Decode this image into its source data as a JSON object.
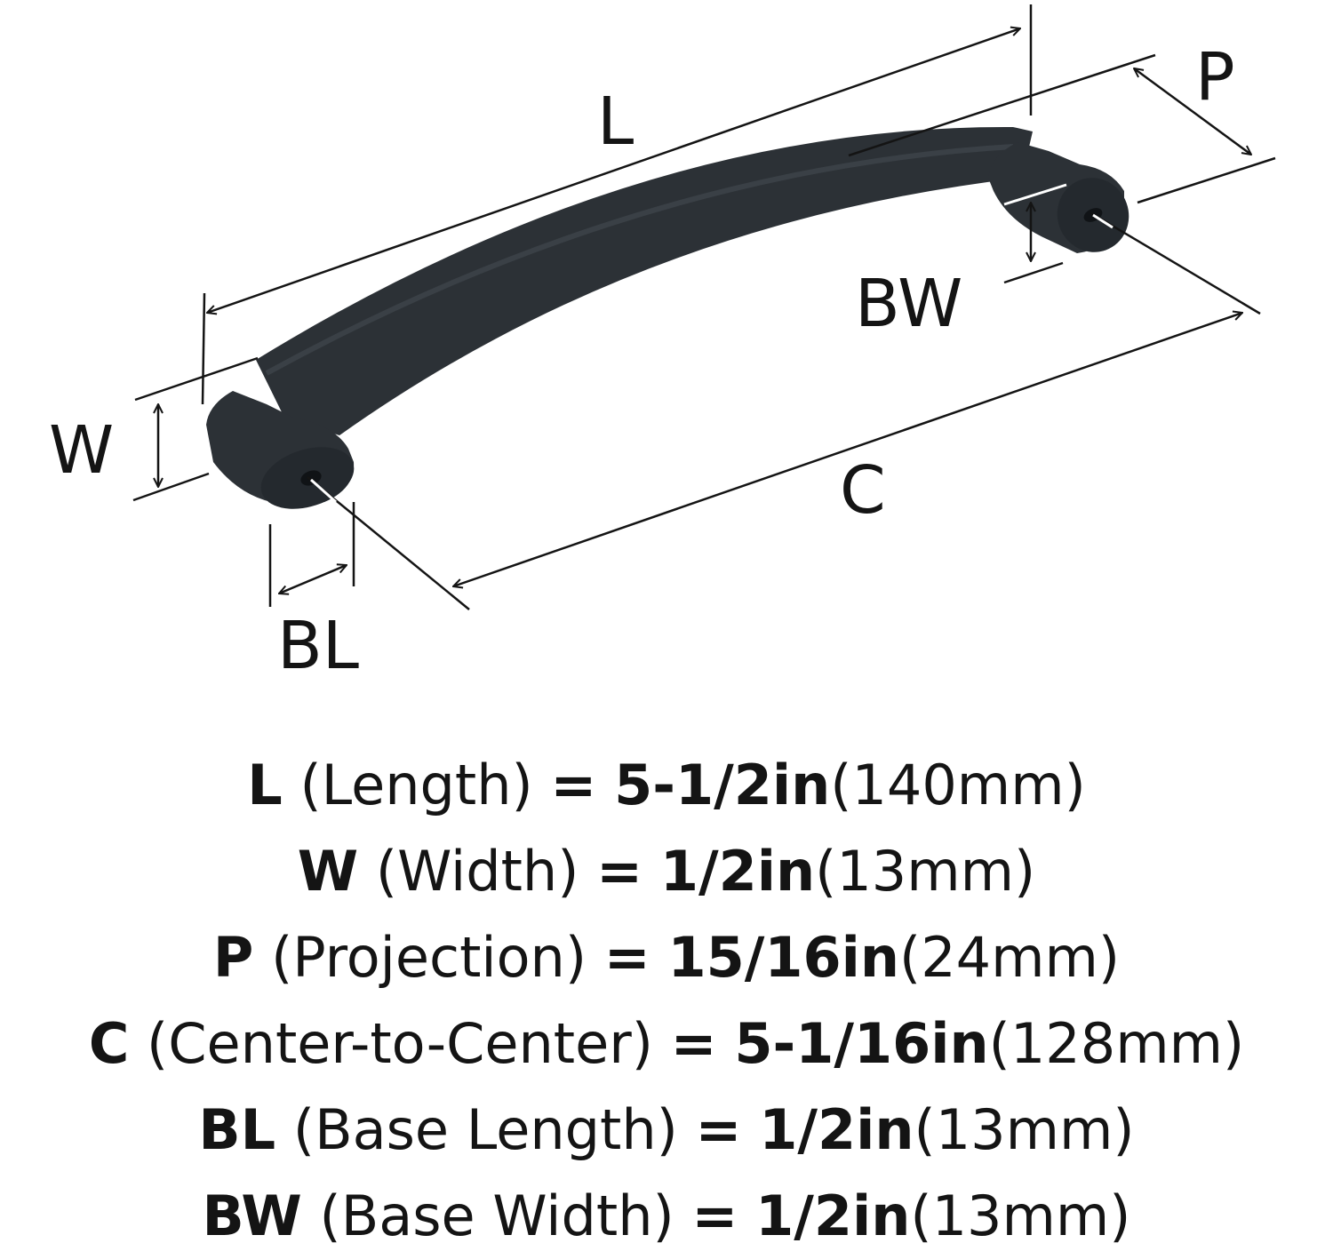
{
  "diagram_labels": {
    "L": "L",
    "P": "P",
    "BW": "BW",
    "W": "W",
    "C": "C",
    "BL": "BL"
  },
  "colors": {
    "handle": "#2c3136",
    "handle_dark": "#1c2024",
    "lines": "#141414",
    "text": "#141414"
  },
  "specs": [
    {
      "code": "L",
      "desc": "(Length)",
      "eq": "=",
      "imperial": "5-1/2in",
      "metric": "(140mm)"
    },
    {
      "code": "W",
      "desc": "(Width)",
      "eq": "=",
      "imperial": "1/2in",
      "metric": "(13mm)"
    },
    {
      "code": "P",
      "desc": "(Projection)",
      "eq": "=",
      "imperial": "15/16in",
      "metric": "(24mm)"
    },
    {
      "code": "C",
      "desc": "(Center-to-Center)",
      "eq": "=",
      "imperial": "5-1/16in",
      "metric": "(128mm)"
    },
    {
      "code": "BL",
      "desc": "(Base Length)",
      "eq": "=",
      "imperial": "1/2in",
      "metric": "(13mm)"
    },
    {
      "code": "BW",
      "desc": "(Base Width)",
      "eq": "=",
      "imperial": "1/2in",
      "metric": "(13mm)"
    }
  ]
}
